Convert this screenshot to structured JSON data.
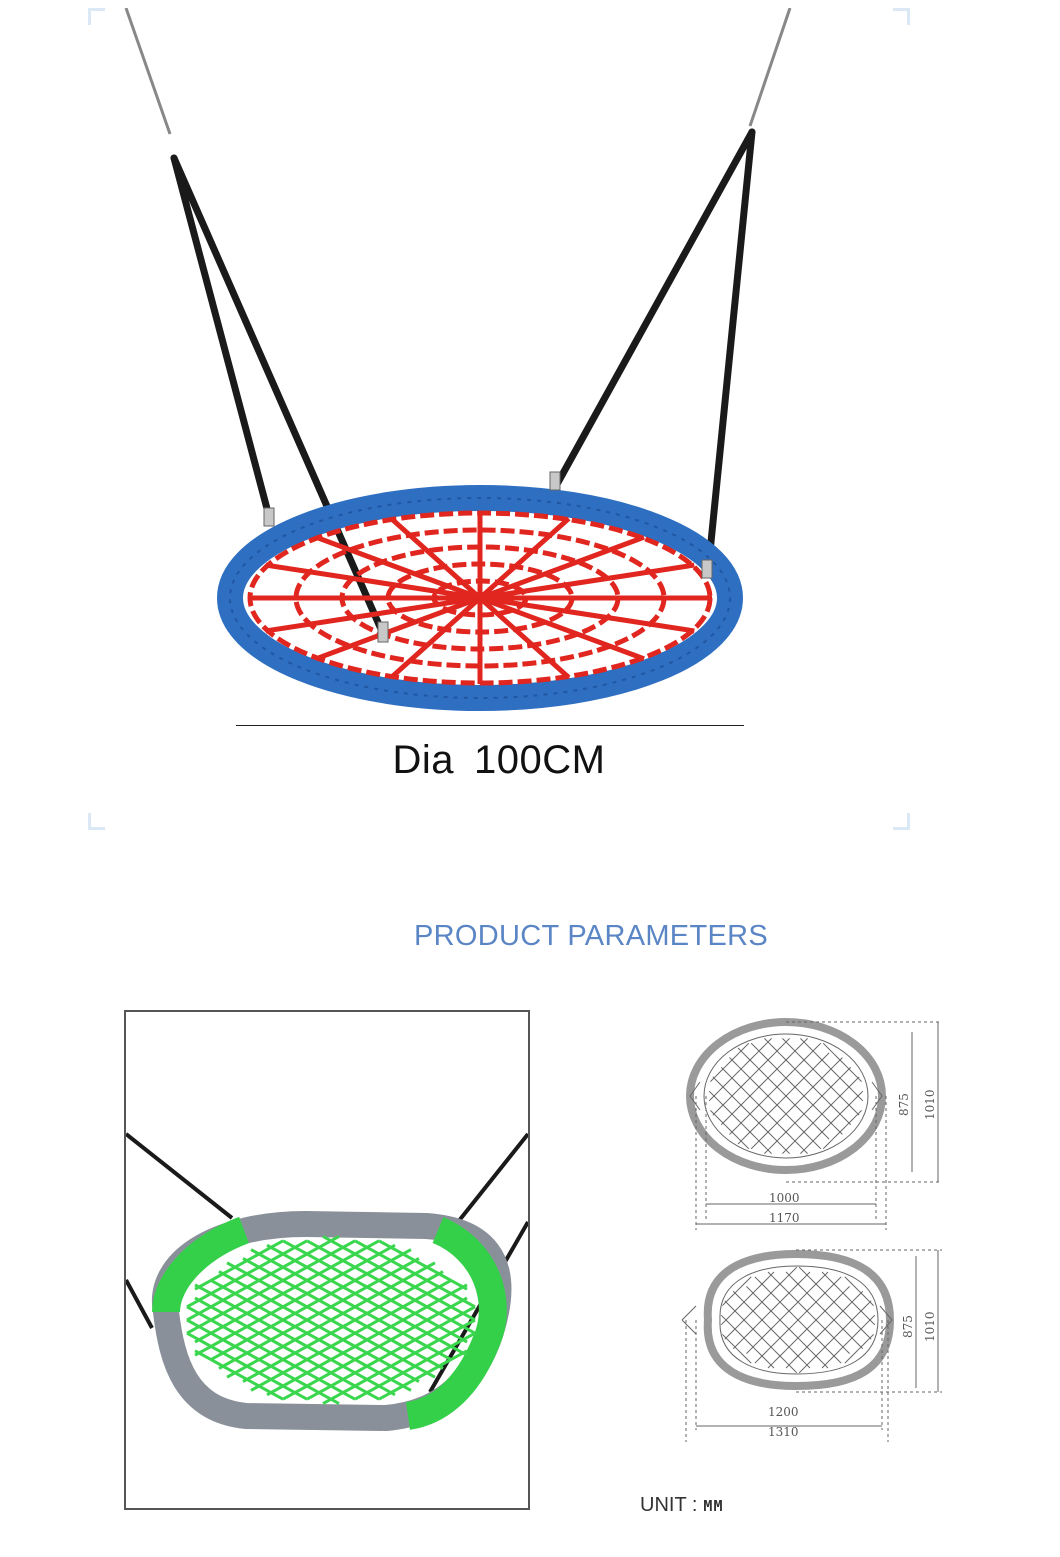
{
  "product_panel": {
    "dia_label": "Dia",
    "dia_value": "100CM",
    "colors": {
      "rope_ring": "#2f6fc1",
      "net": "#e0261f",
      "rope": "#1a1a1a"
    }
  },
  "parameters": {
    "title": "PRODUCT PARAMETERS",
    "photo_colors": {
      "ring": "#8a9099",
      "padding": "#35d04a",
      "net": "#3ad64e"
    },
    "drawing_1": {
      "inner_width": "1000",
      "outer_width": "1170",
      "inner_height": "875",
      "outer_height": "1010"
    },
    "drawing_2": {
      "inner_width": "1200",
      "outer_width": "1310",
      "inner_height": "875",
      "outer_height": "1010"
    },
    "unit_label": "UNIT :",
    "unit_value": "MM"
  }
}
